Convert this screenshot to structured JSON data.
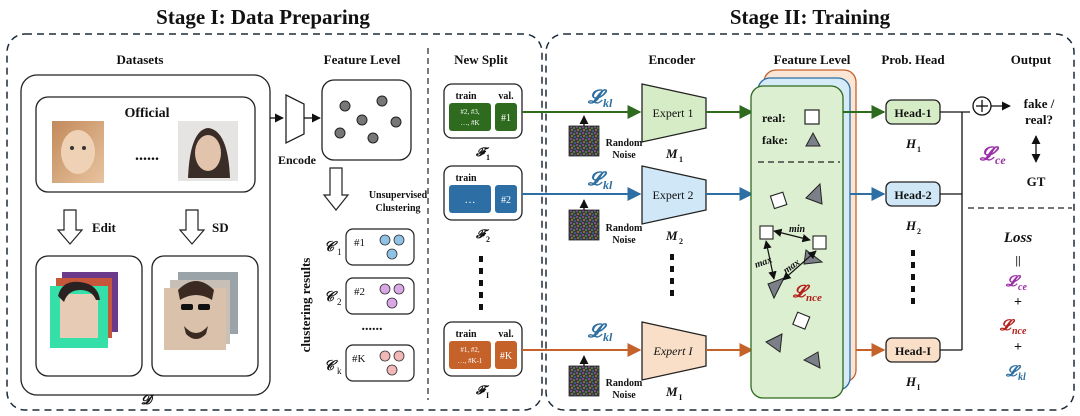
{
  "stage1": {
    "title": "Stage I: Data Preparing",
    "datasets": "Datasets",
    "official": "Official",
    "dots": "......",
    "edit": "Edit",
    "sd": "SD",
    "d_label": "𝓓",
    "encode": "Encode",
    "feature_level": "Feature Level",
    "unsupervised": "Unsupervised",
    "clustering": "Clustering",
    "clustering_results": "clustering results",
    "clusters": [
      {
        "label": "𝒞",
        "sub": "1",
        "tag": "#1",
        "color": "#8ec3e6"
      },
      {
        "label": "𝒞",
        "sub": "2",
        "tag": "#2",
        "color": "#d9a6e6"
      },
      {
        "label": "𝒞",
        "sub": "k",
        "tag": "#K",
        "color": "#f2b8b8"
      }
    ],
    "new_split": "New Split",
    "train": "train",
    "val": "val.",
    "fold1_train": [
      "#2, #3,",
      "…, #K"
    ],
    "fold1_val": "#1",
    "fold2_train": "…",
    "fold2_val": "#2",
    "foldI_train": [
      "#1, #2,",
      "…, #K-1"
    ],
    "foldI_val": "#K",
    "f_label": "𝓕",
    "f_subs": [
      "1",
      "2",
      "I"
    ]
  },
  "stage2": {
    "title": "Stage II: Training",
    "encoder": "Encoder",
    "feature_level": "Feature Level",
    "prob_head": "Prob. Head",
    "output": "Output",
    "lkl": "𝓛",
    "lkl_sub": "kl",
    "random": "Random",
    "noise": "Noise",
    "experts": [
      "Expert 1",
      "Expert 2",
      "Expert I"
    ],
    "m_label": "M",
    "m_subs": [
      "1",
      "2",
      "I"
    ],
    "real": "real:",
    "fake": "fake:",
    "min": "min",
    "max1": "max",
    "max2": "max",
    "lnce": "𝓛",
    "lnce_sub": "nce",
    "heads": [
      "Head-1",
      "Head-2",
      "Head-I"
    ],
    "h_label": "H",
    "h_subs": [
      "1",
      "2",
      "I"
    ],
    "fake_real1": "fake /",
    "fake_real2": "real?",
    "lce": "𝓛",
    "lce_sub": "ce",
    "gt": "GT",
    "loss": "Loss",
    "eq": "||",
    "plus": "+",
    "colors": {
      "green": "#2e6b1f",
      "blue": "#2d6ea4",
      "orange": "#c5622a",
      "purple": "#9a2fa8",
      "red": "#b3201c",
      "teal": "#2f6fa0"
    }
  }
}
